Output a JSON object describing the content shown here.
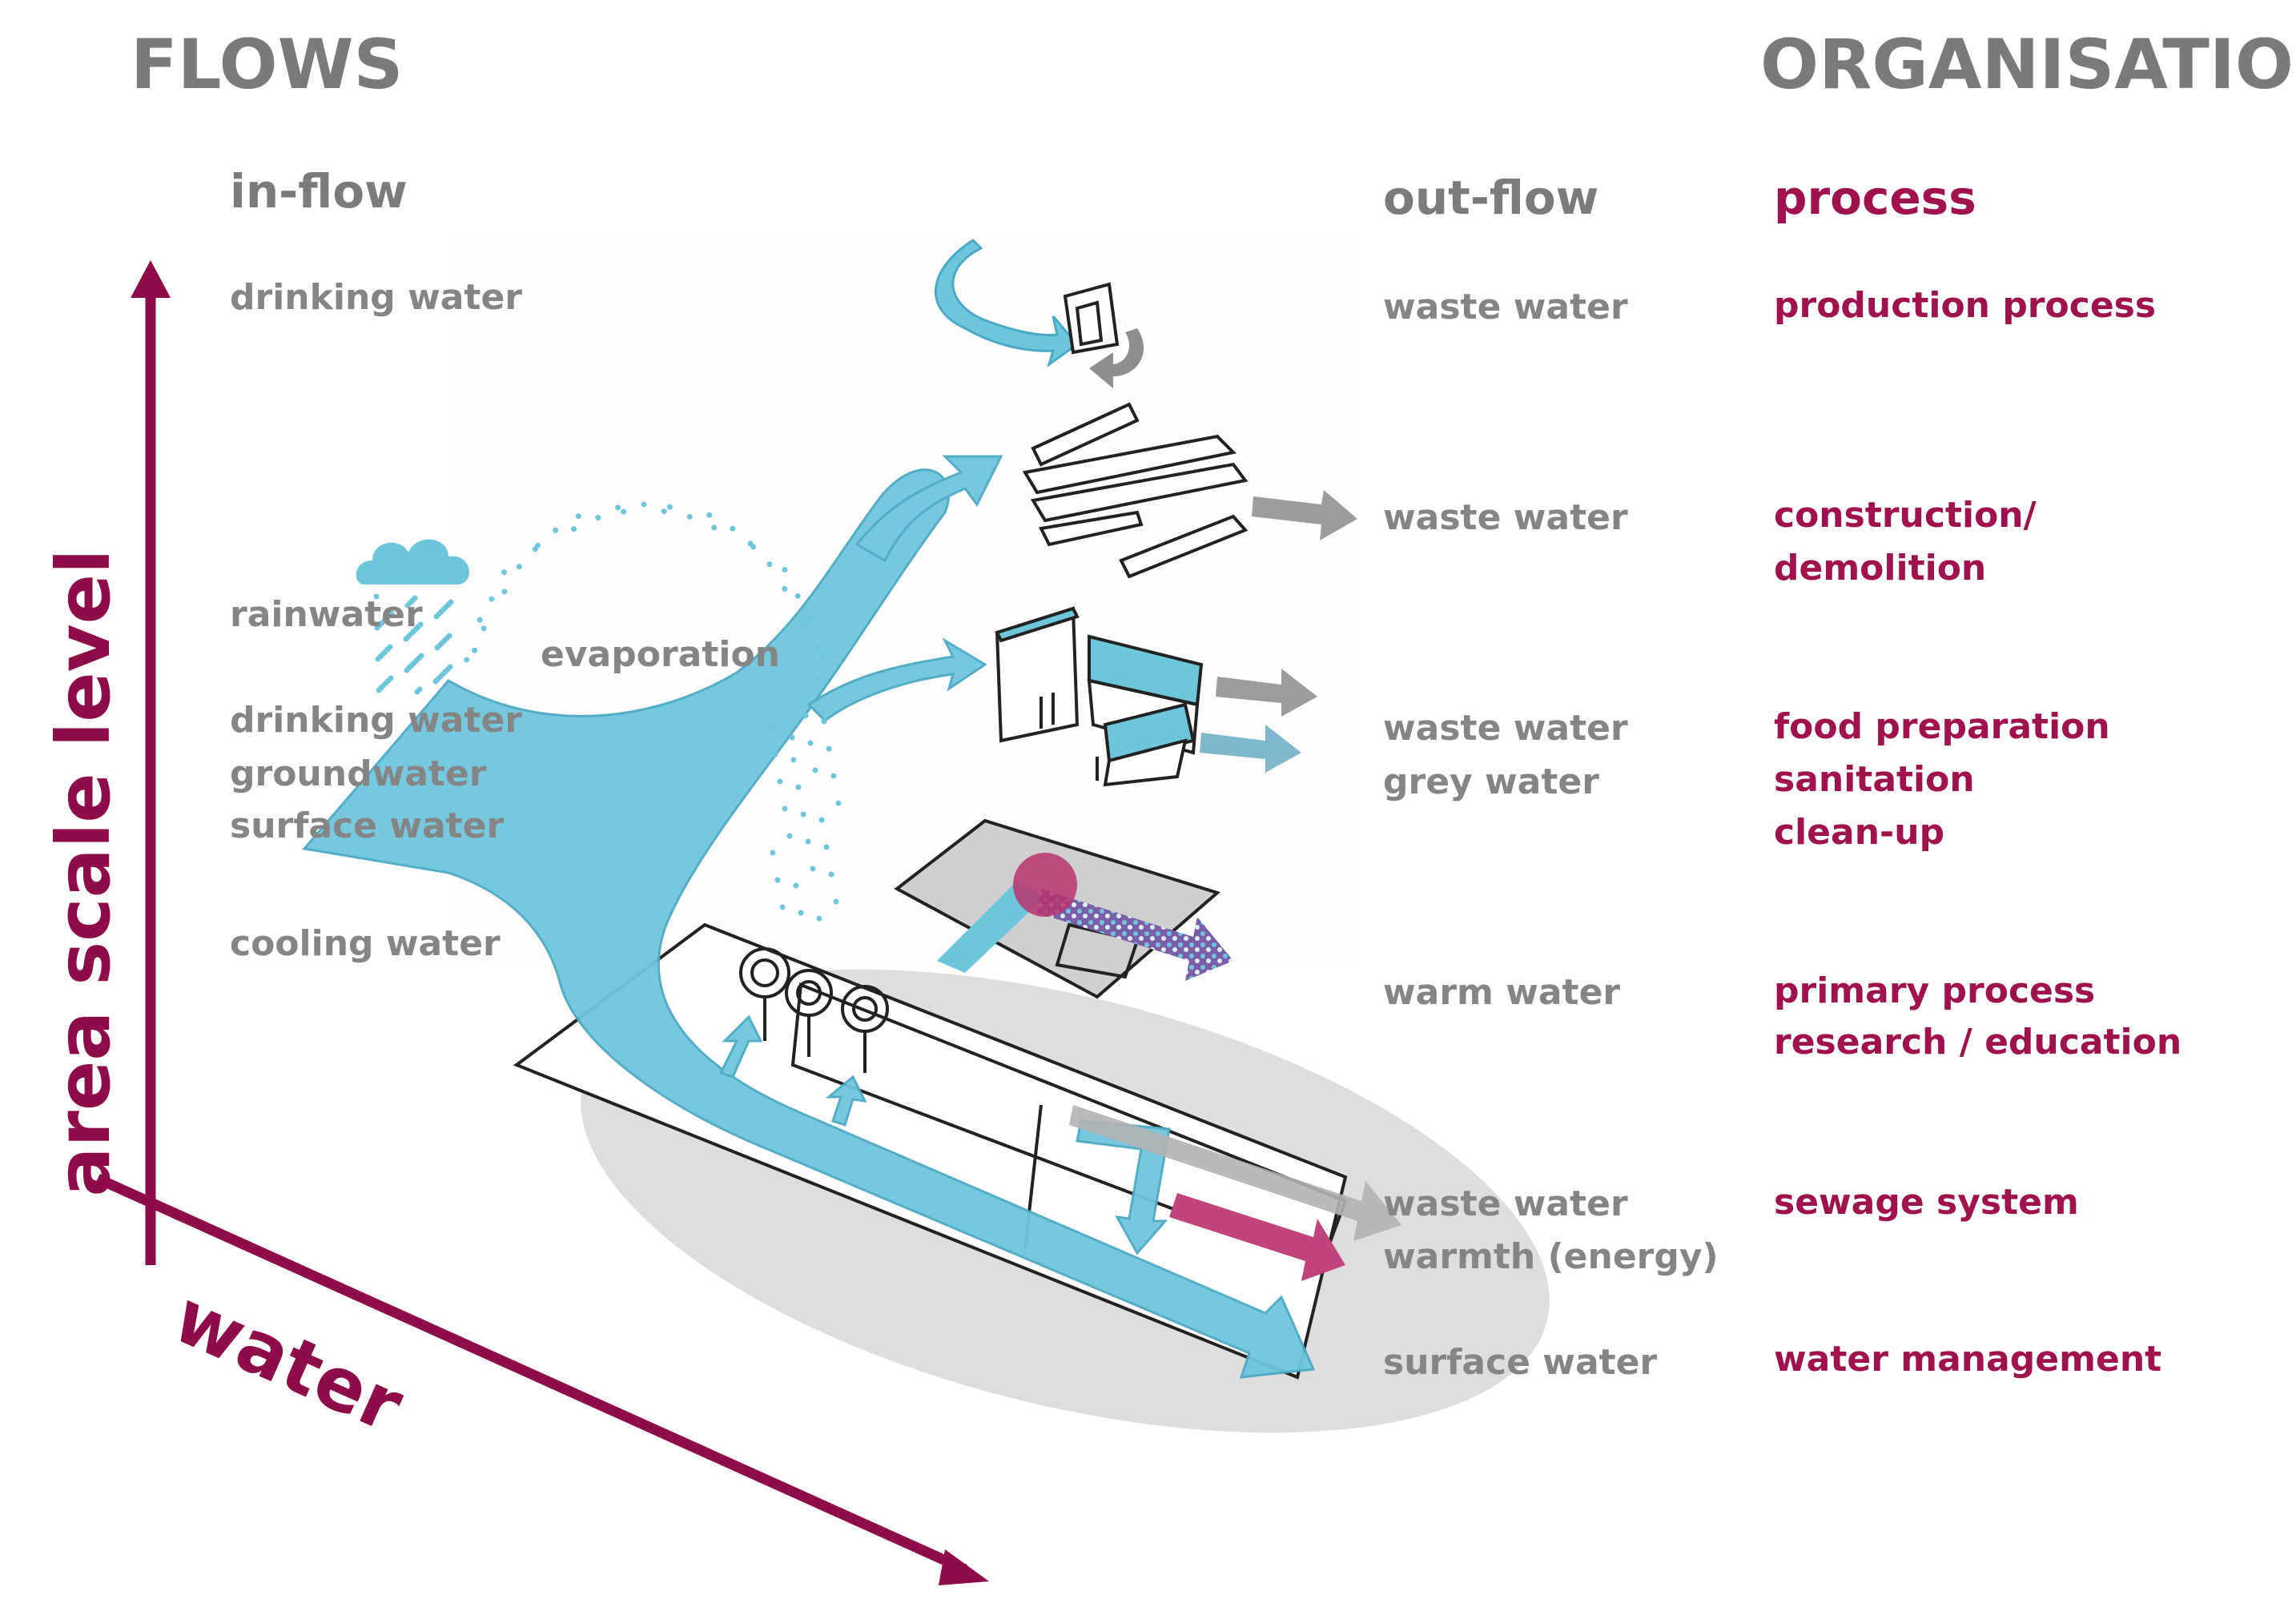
{
  "headers": {
    "flows": "FLOWS",
    "organisation": "ORGANISATION"
  },
  "columns": {
    "inflow": "in-flow",
    "outflow": "out-flow",
    "process": "process"
  },
  "inflow_labels": [
    "drinking water",
    "rainwater",
    "drinking water",
    "groundwater",
    "surface water",
    "cooling water"
  ],
  "evaporation": "evaporation",
  "outflow_labels": [
    "waste water",
    "waste water",
    "waste water",
    "grey water",
    "warm water",
    "waste water",
    "warmth (energy)",
    "surface water"
  ],
  "process_labels": [
    "production process",
    "construction/",
    "demolition",
    "food preparation",
    "sanitation",
    "clean-up",
    "primary process",
    "research / education",
    "sewage system",
    "water management"
  ],
  "axes": {
    "vertical": "area scale level",
    "horizontal": "water"
  },
  "colors": {
    "water_flow": "#6ec6dd",
    "grey_arrow": "#9c9c9c",
    "magenta": "#b8326f",
    "axis": "#8f0c4a",
    "ground_ellipse": "#dedede"
  }
}
